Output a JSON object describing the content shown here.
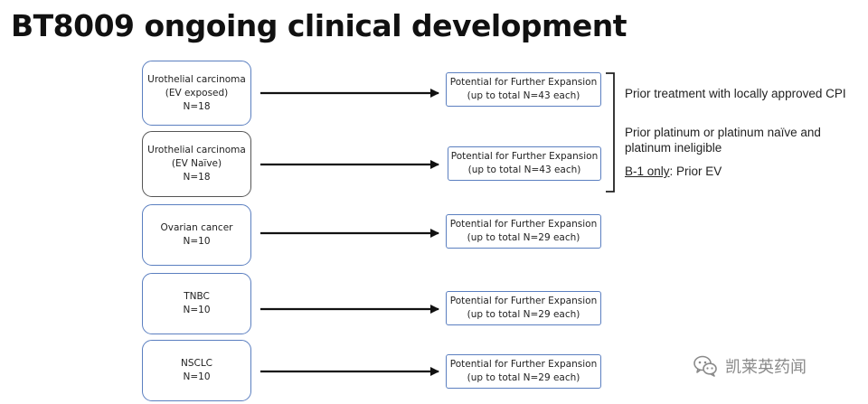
{
  "title": "BT8009 ongoing clinical development",
  "cohorts": [
    {
      "line1": "Urothelial carcinoma",
      "line2": "(EV exposed)",
      "line3": "N=18"
    },
    {
      "line1": "Urothelial carcinoma",
      "line2": "(EV Naïve)",
      "line3": "N=18"
    },
    {
      "line1": "Ovarian cancer",
      "line2": "N=10"
    },
    {
      "line1": "TNBC",
      "line2": "N=10"
    },
    {
      "line1": "NSCLC",
      "line2": "N=10"
    }
  ],
  "expansions": [
    {
      "line1": "Potential for Further Expansion",
      "line2": "(up to total N=43 each)"
    },
    {
      "line1": "Potential for Further Expansion",
      "line2": "(up to total N=43 each)"
    },
    {
      "line1": "Potential for Further Expansion",
      "line2": "(up to total N=29 each)"
    },
    {
      "line1": "Potential for Further Expansion",
      "line2": "(up to total N=29 each)"
    },
    {
      "line1": "Potential for Further Expansion",
      "line2": "(up to total N=29 each)"
    }
  ],
  "criteria": {
    "item1": "Prior treatment with locally approved CPI",
    "item2": "Prior platinum or platinum naïve and platinum ineligible",
    "item3_label": "B-1 only",
    "item3_sep": ":",
    "item3_text": " Prior EV"
  },
  "watermark": {
    "text": "凯莱英药闻",
    "icon": "wechat-icon"
  },
  "colors": {
    "box_border": "#5b7fc0",
    "box_border_dark": "#555555",
    "arrow": "#111111",
    "watermark": "#8a8a8a"
  }
}
